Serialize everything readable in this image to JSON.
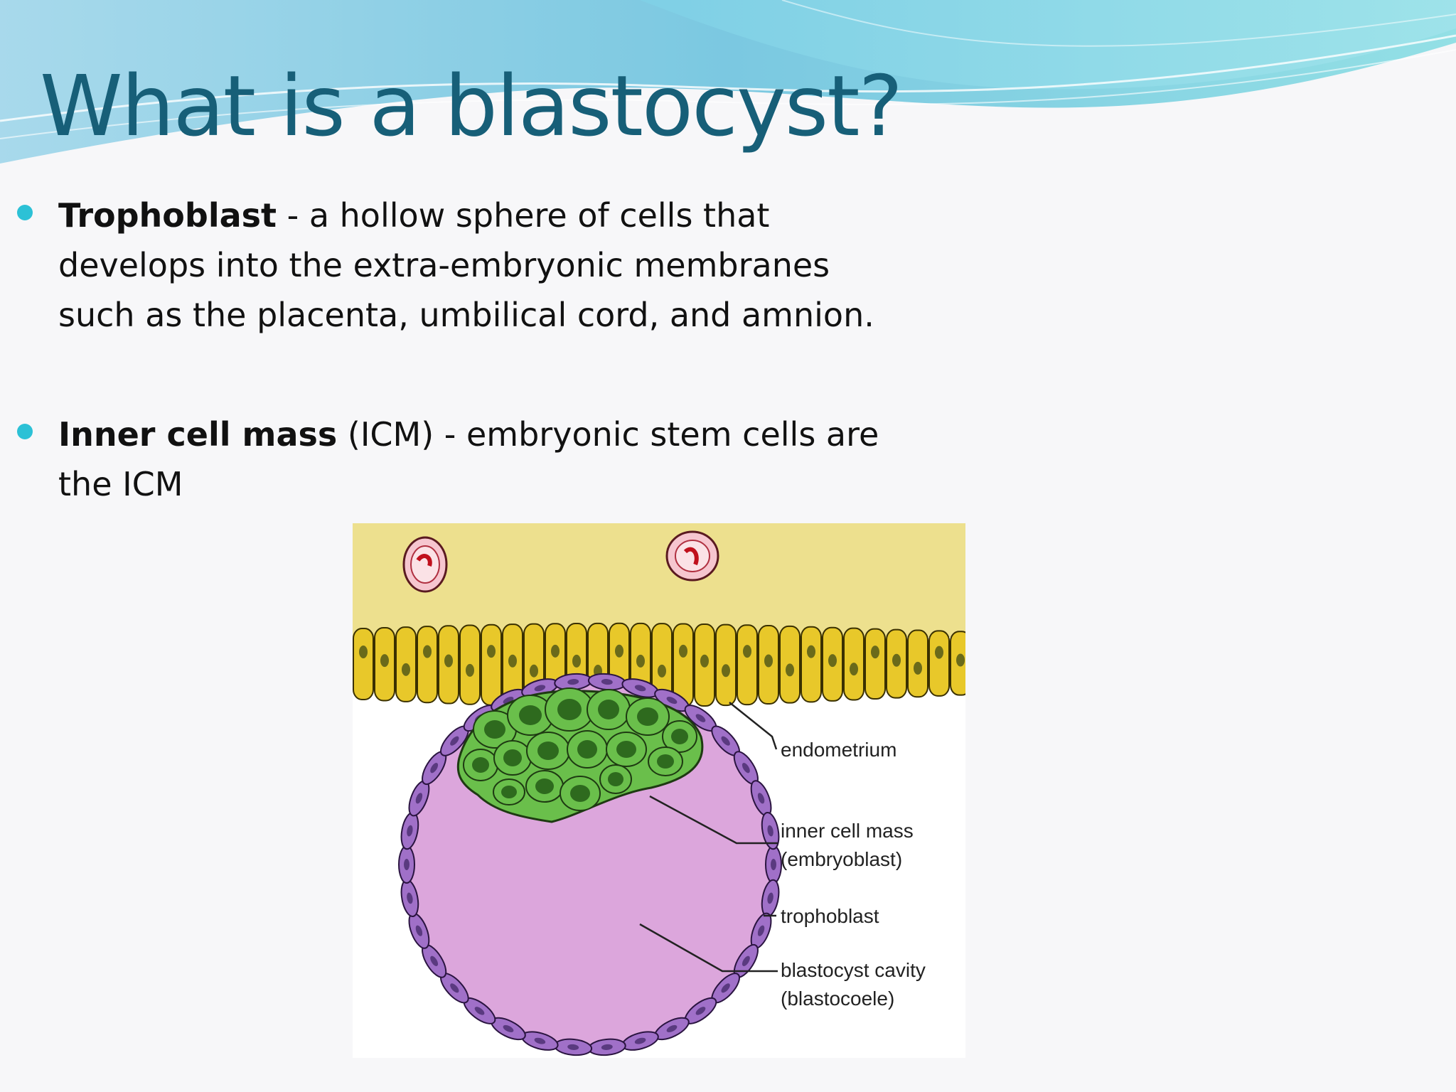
{
  "slide": {
    "title": "What is a blastocyst?",
    "bullets": [
      {
        "term": "Trophoblast",
        "lines": [
          " - a hollow sphere of cells that",
          "develops into the extra-embryonic membranes",
          "such as the placenta, umbilical cord, and amnion."
        ]
      },
      {
        "term": "Inner cell mass",
        "lines": [
          " (ICM) - embryonic stem cells are",
          "the ICM"
        ]
      }
    ],
    "bullet_color": "#2cc1d6",
    "title_color": "#175f78"
  },
  "figure": {
    "labels": {
      "endometrium": "endometrium",
      "icm_line1": "inner cell mass",
      "icm_line2": "(embryoblast)",
      "trophoblast": "trophoblast",
      "cavity_line1": "blastocyst cavity",
      "cavity_line2": "(blastocoele)"
    },
    "colors": {
      "stroma": "#ede08e",
      "epithelium": "#e8c82a",
      "icm": "#6abf4b",
      "cavity": "#dca6dc",
      "trophoblast_cells": "#a070c8"
    }
  }
}
